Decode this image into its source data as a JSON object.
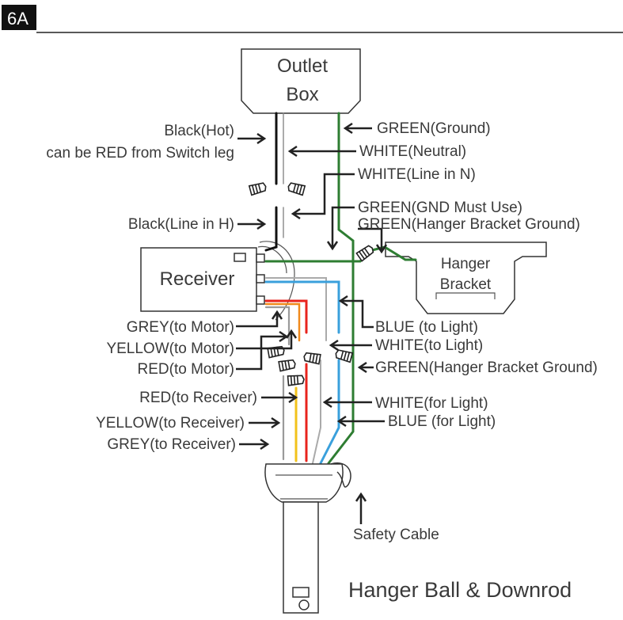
{
  "step_badge": "6A",
  "colors": {
    "black": "#111111",
    "red": "#e8231c",
    "green": "#2e7d32",
    "blue": "#3aa0dc",
    "yellow": "#f2c21b",
    "grey": "#9a9a9a",
    "white_wire": "#cfcfcf",
    "orange": "#f08a1c"
  },
  "components": {
    "outlet_box": [
      "Outlet",
      "Box"
    ],
    "receiver": "Receiver",
    "hanger_bracket": [
      "Hanger",
      "Bracket"
    ],
    "downrod": "Hanger Ball & Downrod"
  },
  "labels": {
    "black_hot_1": "Black(Hot)",
    "black_hot_2": "can be RED from Switch leg",
    "green_ground": "GREEN(Ground)",
    "white_neutral": "WHITE(Neutral)",
    "white_line_in_n": "WHITE(Line in N)",
    "green_gnd_must_use": "GREEN(GND Must Use)",
    "green_hanger_bracket_ground_top": "GREEN(Hanger Bracket Ground)",
    "black_line_in_h": "Black(Line in H)",
    "grey_to_motor": "GREY(to Motor)",
    "yellow_to_motor": "YELLOW(to Motor)",
    "red_to_motor": "RED(to Motor)",
    "blue_to_light": "BLUE (to Light)",
    "white_to_light": "WHITE(to Light)",
    "green_hanger_bracket_ground": "GREEN(Hanger Bracket Ground)",
    "red_to_receiver": "RED(to Receiver)",
    "yellow_to_receiver": "YELLOW(to Receiver)",
    "grey_to_receiver": "GREY(to Receiver)",
    "white_for_light": "WHITE(for Light)",
    "blue_for_light": "BLUE (for Light)",
    "safety_cable": "Safety Cable"
  }
}
